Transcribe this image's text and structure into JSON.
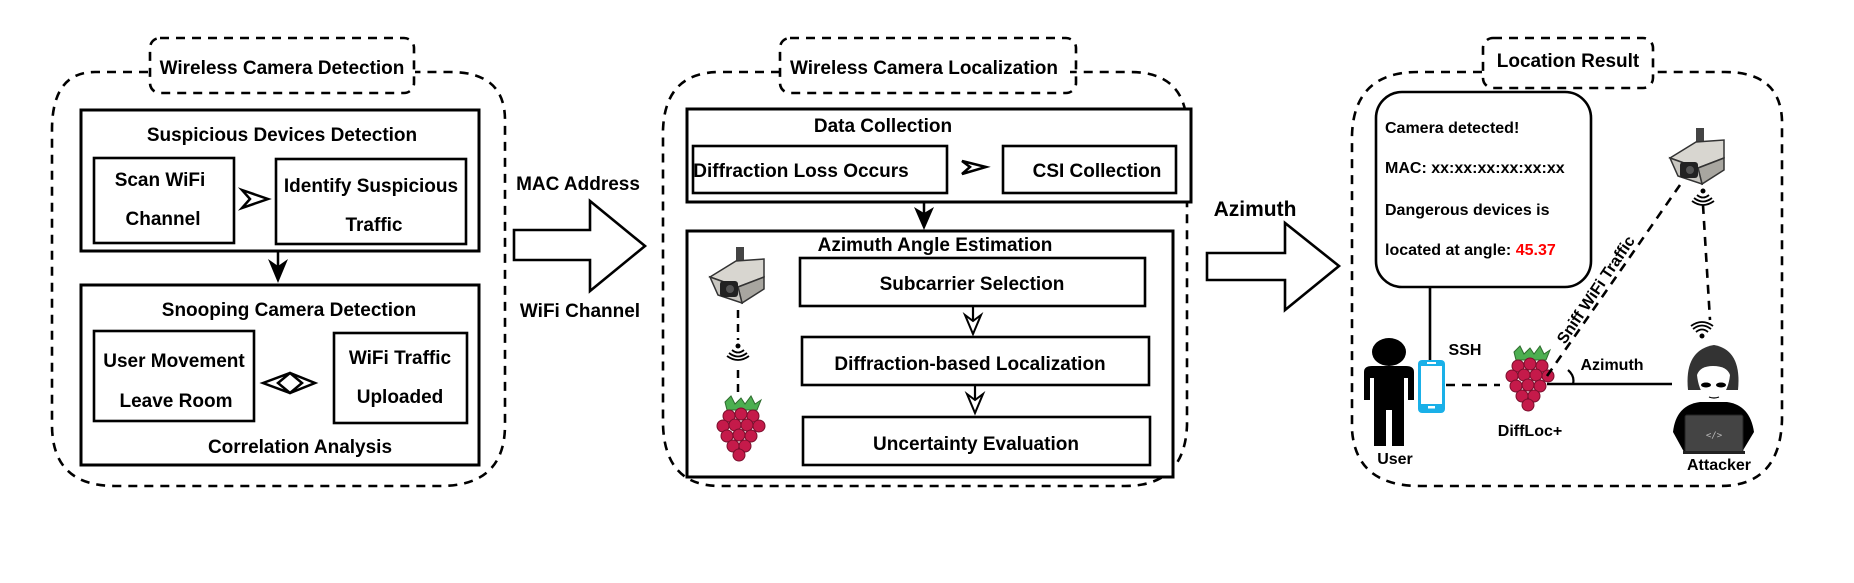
{
  "panels": {
    "detection": {
      "title": "Wireless Camera Detection",
      "suspicious": {
        "title": "Suspicious Devices Detection",
        "scan_line1": "Scan WiFi",
        "scan_line2": "Channel",
        "identify_line1": "Identify Suspicious",
        "identify_line2": "Traffic"
      },
      "snooping": {
        "title": "Snooping Camera Detection",
        "movement_line1": "User Movement",
        "movement_line2": "Leave Room",
        "traffic_line1": "WiFi Traffic",
        "traffic_line2": "Uploaded",
        "footer": "Correlation Analysis"
      }
    },
    "localization": {
      "title": "Wireless Camera Localization",
      "data_collection": {
        "title": "Data Collection",
        "step1": "Diffraction Loss Occurs",
        "step2": "CSI Collection"
      },
      "azimuth": {
        "title": "Azimuth Angle Estimation",
        "step1": "Subcarrier Selection",
        "step2": "Diffraction-based Localization",
        "step3": "Uncertainty Evaluation"
      }
    },
    "result": {
      "title": "Location Result",
      "message": {
        "line1": "Camera detected!",
        "line2": "MAC: xx:xx:xx:xx:xx:xx",
        "line3": "Dangerous devices is",
        "line4_prefix": "located at angle: ",
        "angle_value": "45.37"
      },
      "labels": {
        "ssh": "SSH",
        "user": "User",
        "diffloc": "DiffLoc+",
        "azimuth": "Azimuth",
        "sniff": "Sniff WiFi Traffic",
        "attacker": "Attacker"
      }
    }
  },
  "connectors": {
    "arrow1_top": "MAC Address",
    "arrow1_bottom": "WiFi Channel",
    "arrow2_top": "Azimuth"
  },
  "icons": {
    "camera": "security-camera-icon",
    "raspberry": "raspberry-pi-icon",
    "wifi": "wifi-signal-icon",
    "user": "person-icon",
    "phone": "smartphone-icon",
    "attacker": "hacker-icon"
  },
  "colors": {
    "angle_value": "#ff0000",
    "phone": "#1ab0e8",
    "raspberry": "#c51a4a",
    "raspberry_leaf": "#4caf50"
  }
}
